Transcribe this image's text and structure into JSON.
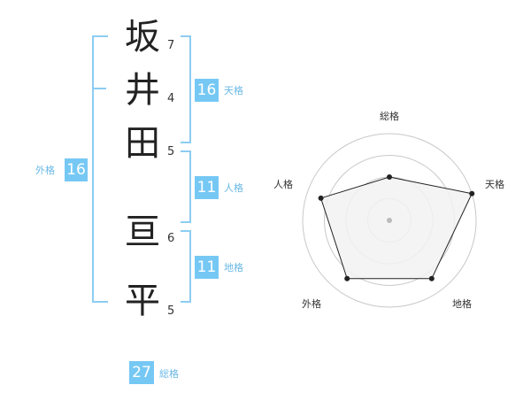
{
  "name": {
    "characters": [
      {
        "char": "坂",
        "strokes": "7"
      },
      {
        "char": "井",
        "strokes": "4"
      },
      {
        "char": "田",
        "strokes": "5"
      },
      {
        "char": "亘",
        "strokes": "6"
      },
      {
        "char": "平",
        "strokes": "5"
      }
    ]
  },
  "kaku": {
    "tenkaku": {
      "value": "16",
      "label": "天格"
    },
    "jinkaku": {
      "value": "11",
      "label": "人格"
    },
    "chikaku": {
      "value": "11",
      "label": "地格"
    },
    "gaikaku": {
      "value": "16",
      "label": "外格"
    },
    "soukaku": {
      "value": "27",
      "label": "総格"
    }
  },
  "radar": {
    "axes": [
      "総格",
      "天格",
      "地格",
      "外格",
      "人格"
    ],
    "values": [
      0.5,
      1.0,
      0.83,
      0.83,
      0.83
    ],
    "rings": 4,
    "colors": {
      "fill": "#f2f2f2",
      "line": "#222222",
      "ring": "#c8c8c8",
      "center": "#bbbbbb"
    }
  },
  "colors": {
    "accent": "#76c8f4",
    "bracket": "#8ccdf2"
  }
}
